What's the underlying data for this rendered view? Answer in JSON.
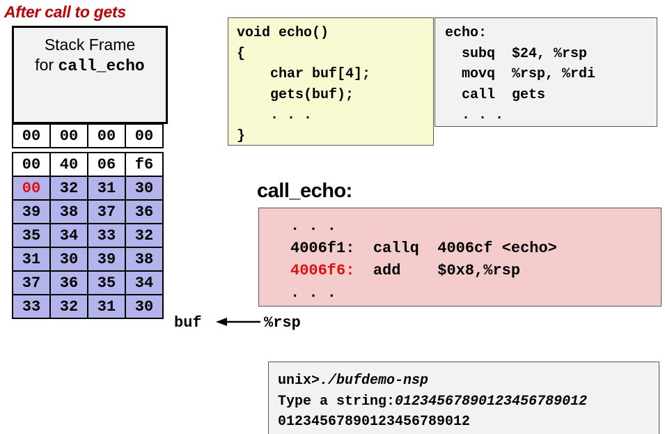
{
  "title": "After call to gets",
  "stack": {
    "frame_line1": "Stack Frame",
    "frame_line2_prefix": "for ",
    "frame_line2_code": "call_echo",
    "rows": [
      [
        "00",
        "00",
        "00",
        "00"
      ],
      [
        "00",
        "40",
        "06",
        "f6"
      ],
      [
        "00",
        "32",
        "31",
        "30"
      ],
      [
        "39",
        "38",
        "37",
        "36"
      ],
      [
        "35",
        "34",
        "33",
        "32"
      ],
      [
        "31",
        "30",
        "39",
        "38"
      ],
      [
        "37",
        "36",
        "35",
        "34"
      ],
      [
        "33",
        "32",
        "31",
        "30"
      ]
    ],
    "highlight_color": "#e01010",
    "buffer_color": "#b4b4ec"
  },
  "labels": {
    "buf": "buf",
    "rsp": "%rsp"
  },
  "echo_c": [
    "void echo()",
    "{",
    "    char buf[4];",
    "    gets(buf);",
    "    . . .",
    "}"
  ],
  "echo_asm": [
    "echo:",
    "  subq  $24, %rsp",
    "  movq  %rsp, %rdi",
    "  call  gets",
    "  . . ."
  ],
  "call_echo": {
    "title": "call_echo:",
    "dots_top": ". . .",
    "line1_addr": "4006f1:",
    "line1_instr": "callq",
    "line1_arg": "4006cf <echo>",
    "line2_addr": "4006f6:",
    "line2_instr": "add",
    "line2_arg": "$0x8,%rsp",
    "dots_bottom": ". . ."
  },
  "terminal": {
    "prompt": "unix>",
    "command": "./bufdemo-nsp",
    "type_label": "Type a string:",
    "input": "01234567890123456789012",
    "output": "01234567890123456789012"
  }
}
